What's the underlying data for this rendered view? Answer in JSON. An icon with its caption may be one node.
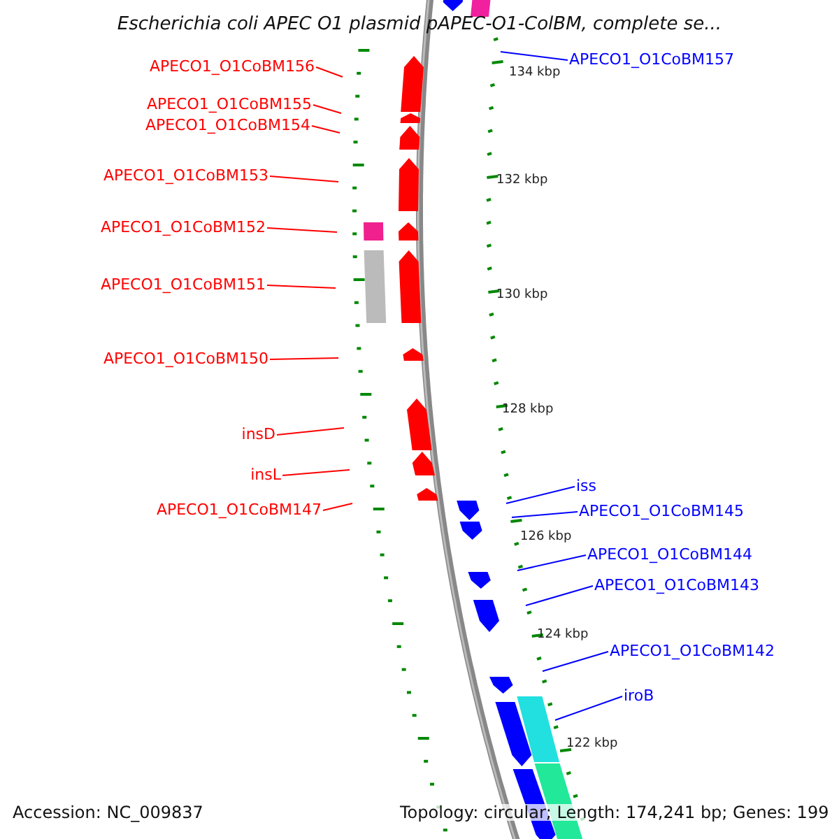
{
  "diagram": {
    "title": "Escherichia coli APEC O1 plasmid pAPEC-O1-ColBM, complete se...",
    "nodes": [
      {
        "text": [
          "APECO1_O1CoBM157"
        ]
      },
      {
        "text": [
          "APECO1_O1CoBM156"
        ]
      },
      {
        "text": [
          "APECO1_O1CoBM155"
        ]
      },
      {
        "text": [
          "APECO1_O1CoBM154"
        ]
      },
      {
        "text": [
          "APECO1_O1CoBM153"
        ]
      },
      {
        "text": [
          "APECO1_O1CoBM152"
        ]
      },
      {
        "text": [
          "APECO1_O1CoBM151"
        ]
      },
      {
        "text": [
          "APECO1_O1CoBM150"
        ]
      },
      {
        "text": [
          "insD"
        ]
      },
      {
        "text": [
          "insL"
        ]
      },
      {
        "text": [
          "iss"
        ]
      },
      {
        "text": [
          "APECO1_O1CoBM147"
        ]
      },
      {
        "text": [
          "APECO1_O1CoBM145"
        ]
      },
      {
        "text": [
          "APECO1_O1CoBM144"
        ]
      },
      {
        "text": [
          "APECO1_O1CoBM143"
        ]
      },
      {
        "text": [
          "APECO1_O1CoBM142"
        ]
      },
      {
        "text": [
          "iroB"
        ]
      }
    ],
    "edges": [
      {
        "from": 0,
        "to": null,
        "arrow": "none",
        "color": "#0000ff"
      },
      {
        "from": 1,
        "to": null,
        "arrow": "none"
      },
      {
        "from": 2,
        "to": null,
        "arrow": "none"
      },
      {
        "from": 3,
        "to": null,
        "arrow": "none"
      },
      {
        "from": 4,
        "to": null,
        "arrow": "none"
      },
      {
        "from": 5,
        "to": null,
        "arrow": "none"
      },
      {
        "from": 6,
        "to": null,
        "arrow": "none"
      },
      {
        "from": 7,
        "to": null,
        "arrow": "none"
      },
      {
        "from": 8,
        "to": null,
        "arrow": "none"
      },
      {
        "from": 9,
        "to": null,
        "arrow": "none"
      },
      {
        "from": 10,
        "to": null,
        "arrow": "none",
        "color": "#0000ff"
      },
      {
        "from": 11,
        "to": null,
        "arrow": "none"
      },
      {
        "from": 12,
        "to": null,
        "arrow": "none",
        "color": "#0000ff"
      },
      {
        "from": 13,
        "to": null,
        "arrow": "none",
        "color": "#0000ff"
      },
      {
        "from": 14,
        "to": null,
        "arrow": "none",
        "color": "#0000ff"
      },
      {
        "from": 15,
        "to": null,
        "arrow": "none",
        "color": "#0000ff"
      },
      {
        "from": 16,
        "to": null,
        "arrow": "none",
        "color": "#0000ff"
      }
    ],
    "labels": [
      "134 kbp",
      "132 kbp",
      "130 kbp",
      "128 kbp",
      "126 kbp",
      "124 kbp",
      "122 kbp",
      "Accession: NC_009837",
      "Topology: circular; Length: 174,241 bp; Genes: 199"
    ]
  }
}
